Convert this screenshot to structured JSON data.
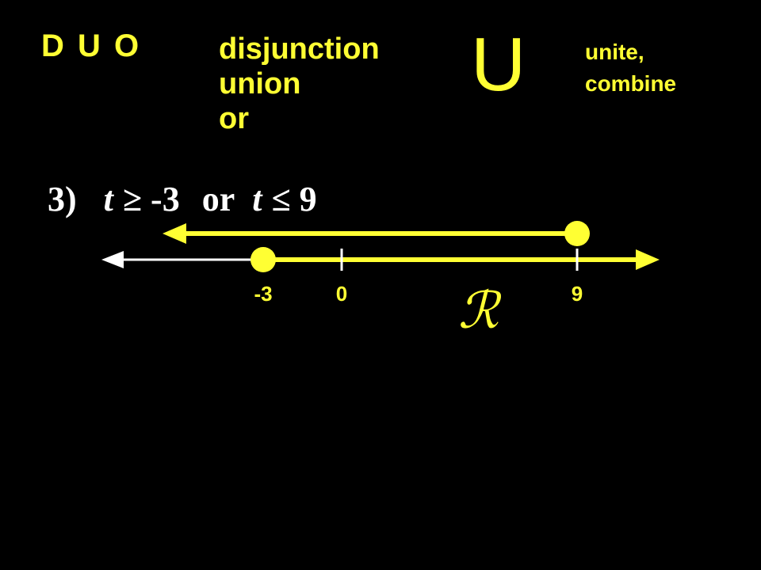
{
  "header": {
    "acronym": "D U O",
    "terms": [
      "disjunction",
      "union",
      "or"
    ],
    "symbol": "U",
    "meaning": [
      "unite,",
      "combine"
    ]
  },
  "problem": {
    "number": "3)",
    "var1": "t",
    "rel1": "≥ -3",
    "connector": "or",
    "var2": "t",
    "rel2": "≤ 9"
  },
  "numberline": {
    "ticks": [
      {
        "value": -3,
        "label": "-3"
      },
      {
        "value": 0,
        "label": "0"
      },
      {
        "value": 9,
        "label": "9"
      }
    ],
    "graph1": {
      "endpoint": -3,
      "closed": true,
      "direction": "right"
    },
    "graph2": {
      "endpoint": 9,
      "closed": true,
      "direction": "left"
    },
    "result_symbol": "ℛ",
    "colors": {
      "accent": "#ffff33",
      "axis": "#ffffff"
    }
  }
}
